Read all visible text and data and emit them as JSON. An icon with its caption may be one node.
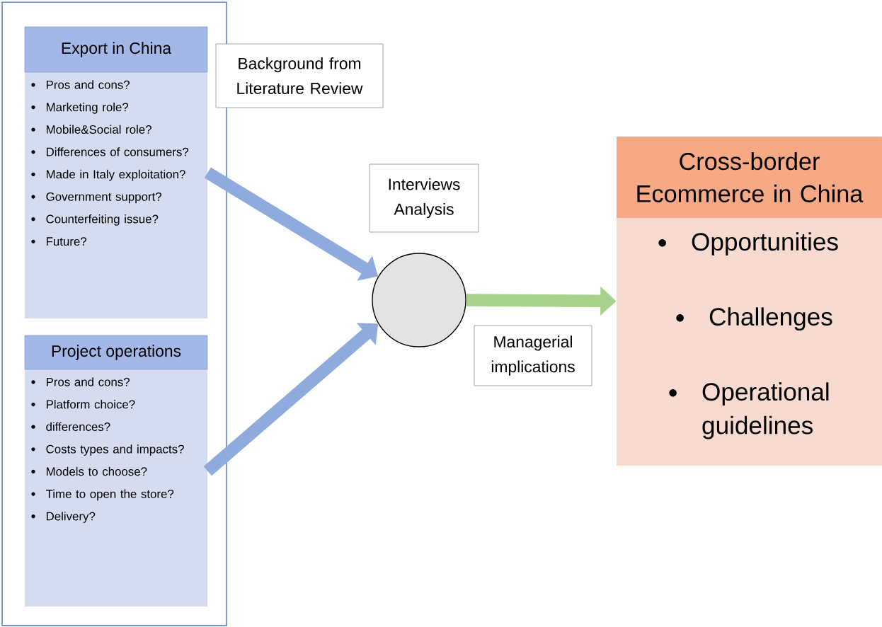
{
  "diagram": {
    "nodes": [
      {
        "text": [],
        "shape": "box"
      },
      {
        "text": [
          "Export in China",
          "Pros and cons?",
          "Marketing role?",
          "Mobile&Social role?",
          "Differences of consumers?",
          "Made in Italy exploitation?",
          "Government support?",
          "Counterfeiting issue?",
          "Future?"
        ],
        "in": 0
      },
      {
        "text": [
          "Background from Literature Review"
        ]
      },
      {
        "text": [
          "Project operations",
          "Pros and cons?",
          "Platform choice?",
          "differences?",
          "Costs types and impacts?",
          "Models to choose?",
          "Time to open the store?",
          "Delivery?"
        ],
        "in": 0
      },
      {
        "text": [
          "Interviews Analysis"
        ]
      },
      {
        "text": [],
        "shape": "circle"
      },
      {
        "text": [
          "Managerial implications"
        ]
      },
      {
        "text": [
          "Cross-border Ecommerce in China",
          "Opportunities",
          "Challenges",
          "Operational guidelines"
        ]
      }
    ],
    "edges": [
      {
        "from": 1,
        "to": 5,
        "arrow": "to"
      },
      {
        "from": 3,
        "to": 5,
        "arrow": "to"
      },
      {
        "from": 5,
        "to": 7,
        "arrow": "to",
        "color": "#a9d18e"
      }
    ]
  }
}
